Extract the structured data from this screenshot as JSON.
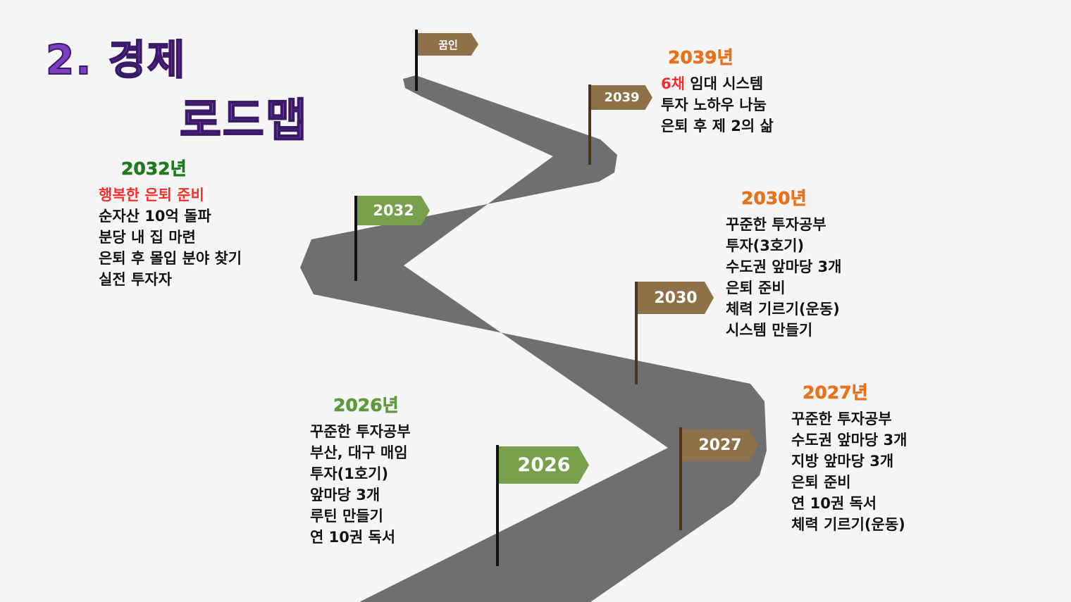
{
  "title": {
    "line1": "2. 경제",
    "line2": "로드맵"
  },
  "colors": {
    "title": "#7b3fbf",
    "road": "#6f6f6f",
    "flag_brown": "#8e7149",
    "flag_green": "#76a04a",
    "year_orange": "#e8721c",
    "year_green_dark": "#1f7a1f",
    "year_green": "#5e9a3a",
    "highlight_red": "#ff2a2a"
  },
  "flags": {
    "goal": "꿈인",
    "y2039": "2039",
    "y2032": "2032",
    "y2030": "2030",
    "y2027": "2027",
    "y2026": "2026"
  },
  "milestones": {
    "y2039": {
      "year": "2039년",
      "highlight": "6채",
      "lines": [
        "임대 시스템",
        "투자 노하우 나눔",
        "은퇴 후 제 2의 삶"
      ]
    },
    "y2032": {
      "year": "2032년",
      "lines": [
        "행복한 은퇴 준비",
        "순자산 10억 돌파",
        "분당 내 집 마련",
        "은퇴 후 몰입 분야 찾기",
        "실전 투자자"
      ]
    },
    "y2030": {
      "year": "2030년",
      "lines": [
        "꾸준한 투자공부",
        "투자(3호기)",
        "수도권 앞마당 3개",
        "은퇴 준비",
        "체력 기르기(운동)",
        "시스템 만들기"
      ]
    },
    "y2027": {
      "year": "2027년",
      "lines": [
        "꾸준한 투자공부",
        "수도권 앞마당 3개",
        "지방 앞마당 3개",
        "은퇴 준비",
        "연 10권 독서",
        "체력 기르기(운동)"
      ]
    },
    "y2026": {
      "year": "2026년",
      "lines": [
        "꾸준한 투자공부",
        "부산, 대구 매임",
        "투자(1호기)",
        "앞마당 3개",
        "루틴 만들기",
        "연 10권 독서"
      ]
    }
  }
}
